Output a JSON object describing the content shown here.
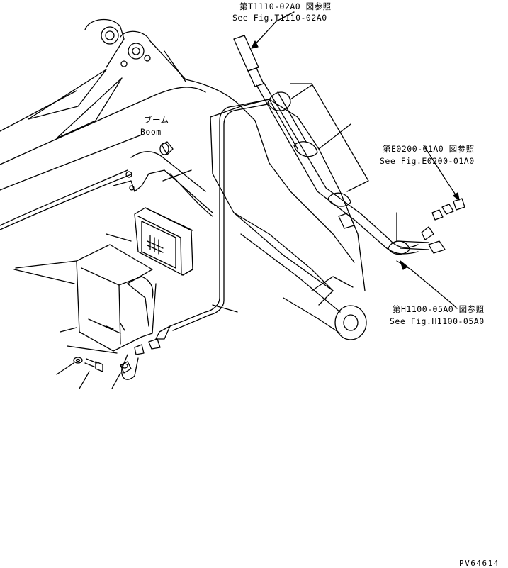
{
  "references": {
    "top": {
      "jp": "第T1110-02A0 図参照",
      "en": "See Fig.T1110-02A0"
    },
    "right": {
      "jp": "第E0200-01A0 図参照",
      "en": "See Fig.E0200-01A0"
    },
    "bottom_right": {
      "jp": "第H1100-05A0 図参照",
      "en": "See Fig.H1100-05A0"
    }
  },
  "boom_label": {
    "jp": "ブーム",
    "en": "Boom"
  },
  "drawing_id": "PV64614"
}
